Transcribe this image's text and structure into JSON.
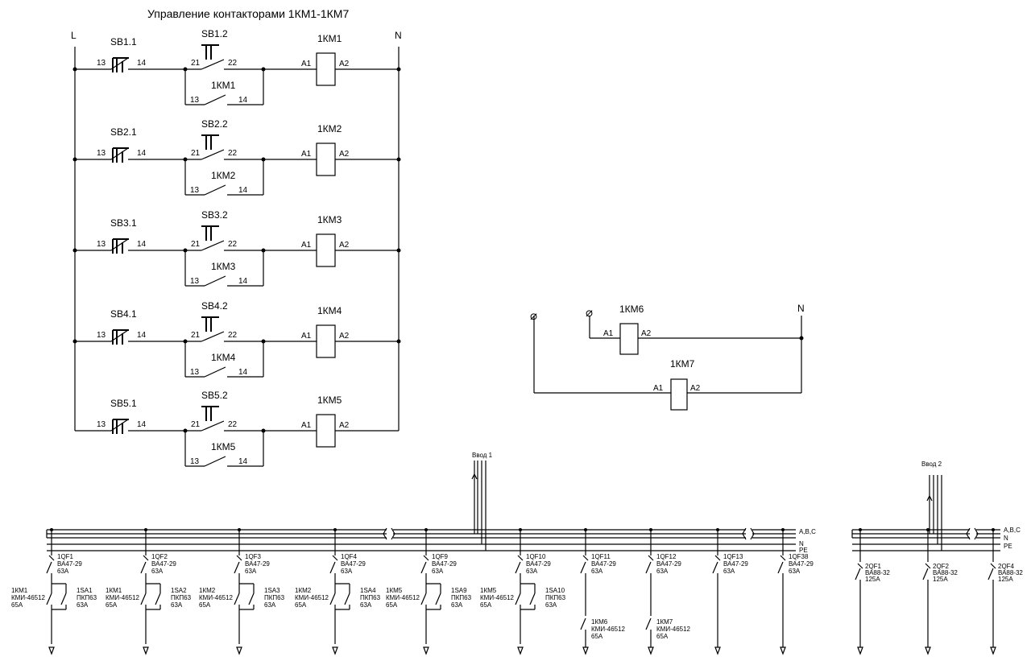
{
  "title": "Управление контакторами 1КМ1-1КМ7",
  "bus_labels": {
    "L": "L",
    "N": "N"
  },
  "pins": {
    "no_in": "13",
    "no_out": "14",
    "nc_in": "21",
    "nc_out": "22",
    "coil_in": "A1",
    "coil_out": "A2"
  },
  "control_rungs": [
    {
      "sb_start": "SB1.1",
      "sb_stop": "SB1.2",
      "coil": "1КМ1",
      "aux": "1КМ1"
    },
    {
      "sb_start": "SB2.1",
      "sb_stop": "SB2.2",
      "coil": "1КМ2",
      "aux": "1КМ2"
    },
    {
      "sb_start": "SB3.1",
      "sb_stop": "SB3.2",
      "coil": "1КМ3",
      "aux": "1КМ3"
    },
    {
      "sb_start": "SB4.1",
      "sb_stop": "SB4.2",
      "coil": "1КМ4",
      "aux": "1КМ4"
    },
    {
      "sb_start": "SB5.1",
      "sb_stop": "SB5.2",
      "coil": "1КМ5",
      "aux": "1КМ5"
    }
  ],
  "aux_circuit": {
    "coil_top": "1КМ6",
    "coil_bottom": "1КМ7",
    "n_label": "N"
  },
  "inputs": {
    "input1": "Ввод 1",
    "input2": "Ввод 2"
  },
  "bus_side_labels": {
    "phases": "A,B,C",
    "n": "N",
    "pe": "PE"
  },
  "feeders_left": [
    {
      "qf": "1QF1",
      "qf_type": "ВА47-29",
      "qf_rating": "63A",
      "km": "1КМ1",
      "km_type": "КМИ-46512",
      "km_rating": "65A",
      "sa": "1SA1",
      "sa_type": "ПКП63",
      "sa_rating": "63A"
    },
    {
      "qf": "1QF2",
      "qf_type": "ВА47-29",
      "qf_rating": "63A",
      "km": "1КМ1",
      "km_type": "КМИ-46512",
      "km_rating": "65A",
      "sa": "1SA2",
      "sa_type": "ПКП63",
      "sa_rating": "63A"
    },
    {
      "qf": "1QF3",
      "qf_type": "ВА47-29",
      "qf_rating": "63A",
      "km": "1КМ2",
      "km_type": "КМИ-46512",
      "km_rating": "65A",
      "sa": "1SA3",
      "sa_type": "ПКП63",
      "sa_rating": "63A"
    },
    {
      "qf": "1QF4",
      "qf_type": "ВА47-29",
      "qf_rating": "63A",
      "km": "1КМ2",
      "km_type": "КМИ-46512",
      "km_rating": "65A",
      "sa": "1SA4",
      "sa_type": "ПКП63",
      "sa_rating": "63A"
    },
    {
      "qf": "1QF9",
      "qf_type": "ВА47-29",
      "qf_rating": "63A",
      "km": "1КМ5",
      "km_type": "КМИ-46512",
      "km_rating": "65A",
      "sa": "1SA9",
      "sa_type": "ПКП63",
      "sa_rating": "63A"
    },
    {
      "qf": "1QF10",
      "qf_type": "ВА47-29",
      "qf_rating": "63A",
      "km": "1КМ5",
      "km_type": "КМИ-46512",
      "km_rating": "65A",
      "sa": "1SA10",
      "sa_type": "ПКП63",
      "sa_rating": "63A"
    }
  ],
  "feeders_contactor": [
    {
      "qf": "1QF11",
      "qf_type": "ВА47-29",
      "qf_rating": "63A",
      "km": "1КМ6",
      "km_type": "КМИ-46512",
      "km_rating": "65A"
    },
    {
      "qf": "1QF12",
      "qf_type": "ВА47-29",
      "qf_rating": "63A",
      "km": "1КМ7",
      "km_type": "КМИ-46512",
      "km_rating": "65A"
    }
  ],
  "feeders_simple": [
    {
      "qf": "1QF13",
      "qf_type": "ВА47-29",
      "qf_rating": "63A"
    },
    {
      "qf": "1QF38",
      "qf_type": "ВА47-29",
      "qf_rating": "63A"
    }
  ],
  "feeders_input2": [
    {
      "qf": "2QF1",
      "qf_type": "ВА88-32",
      "qf_rating": "125A"
    },
    {
      "qf": "2QF2",
      "qf_type": "ВА88-32",
      "qf_rating": "125A"
    },
    {
      "qf": "2QF4",
      "qf_type": "ВА88-32",
      "qf_rating": "125A"
    }
  ]
}
